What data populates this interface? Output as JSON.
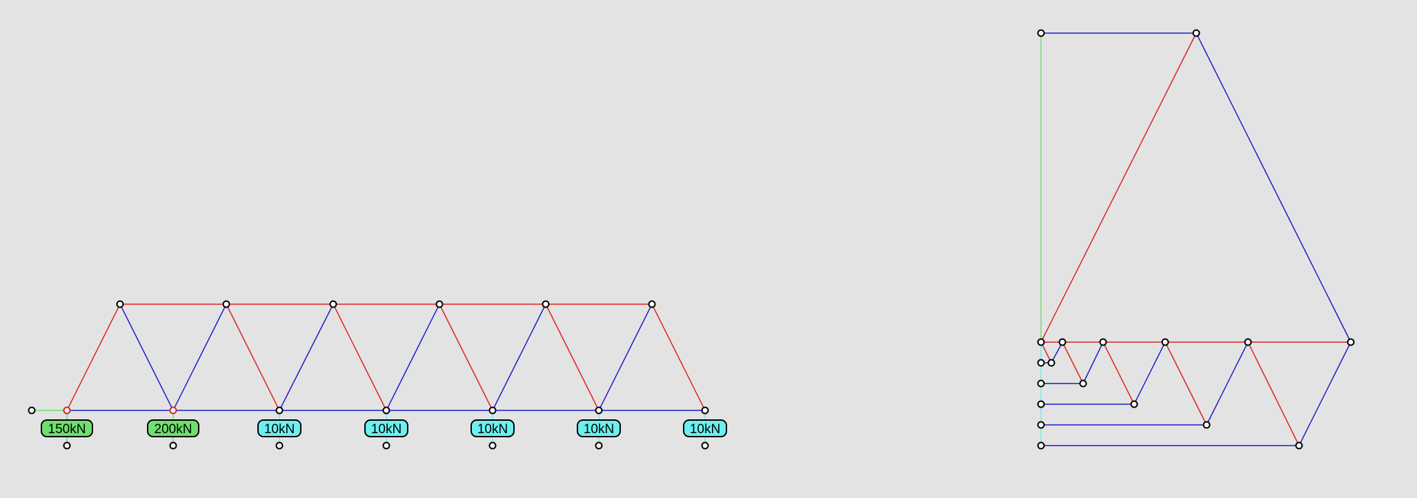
{
  "colors": {
    "background": "#e3e3e3",
    "tension": "#e02020",
    "compression": "#1a1ad0",
    "reaction": "#6de06d",
    "load": "#6cf0f0",
    "node_fill": "#ffffff",
    "node_stroke": "#000000"
  },
  "truss": {
    "loads": [
      {
        "label": "150kN",
        "kind": "reaction"
      },
      {
        "label": "200kN",
        "kind": "reaction"
      },
      {
        "label": "10kN",
        "kind": "load"
      },
      {
        "label": "10kN",
        "kind": "load"
      },
      {
        "label": "10kN",
        "kind": "load"
      },
      {
        "label": "10kN",
        "kind": "load"
      },
      {
        "label": "10kN",
        "kind": "load"
      }
    ]
  }
}
